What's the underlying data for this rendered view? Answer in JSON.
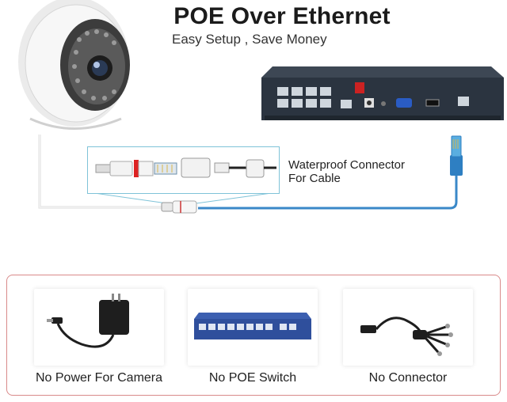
{
  "header": {
    "title": "POE Over Ethernet",
    "subtitle": "Easy Setup , Save Money"
  },
  "connector": {
    "label_line1": "Waterproof Connector",
    "label_line2": "For Cable"
  },
  "colors": {
    "cable": "#3a88c8",
    "panel_border": "#d98a8a",
    "zoom_border": "#7fc3d8",
    "nvr_body": "#2b3440",
    "switch_body": "#2f4f9c"
  },
  "items": [
    {
      "label": "No Power For Camera",
      "icon": "power-adapter-icon"
    },
    {
      "label": "No POE Switch",
      "icon": "poe-switch-icon"
    },
    {
      "label": "No Connector",
      "icon": "splitter-cable-icon"
    }
  ]
}
